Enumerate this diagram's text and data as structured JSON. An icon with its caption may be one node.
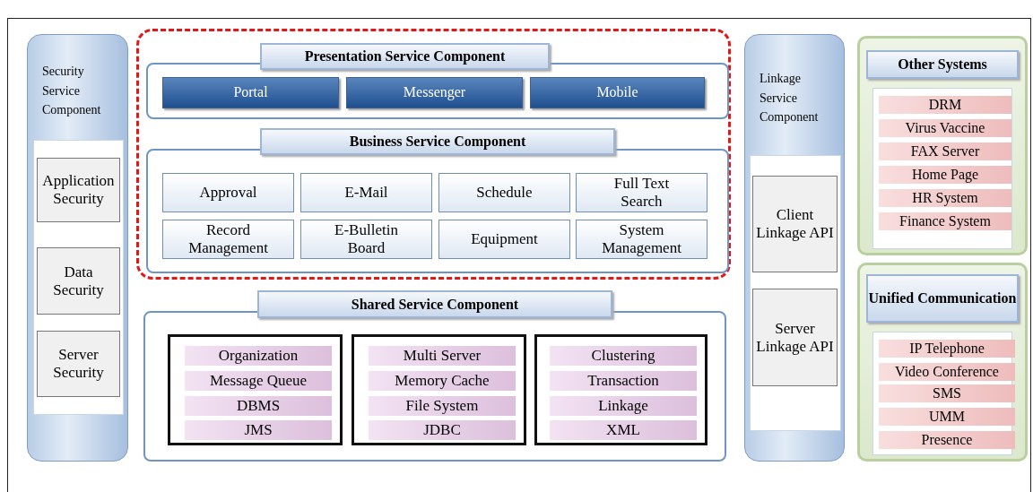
{
  "diagram": {
    "nodes": [
      {
        "text": [
          "Security Service Component"
        ]
      },
      {
        "text": [
          "Application Security"
        ],
        "in": 0
      },
      {
        "text": [
          "Data Security"
        ],
        "in": 0
      },
      {
        "text": [
          "Server Security"
        ],
        "in": 0
      },
      {
        "text": [],
        "shape": "box"
      },
      {
        "text": [
          "Presentation Service Component"
        ],
        "in": 4
      },
      {
        "text": [
          "Portal"
        ],
        "in": 5
      },
      {
        "text": [
          "Messenger"
        ],
        "in": 5
      },
      {
        "text": [
          "Mobile"
        ],
        "in": 5
      },
      {
        "text": [
          "Business Service Component"
        ],
        "in": 4
      },
      {
        "text": [
          "Approval"
        ],
        "in": 9
      },
      {
        "text": [
          "E-Mail"
        ],
        "in": 9
      },
      {
        "text": [
          "Schedule"
        ],
        "in": 9
      },
      {
        "text": [
          "Full Text Search"
        ],
        "in": 9
      },
      {
        "text": [
          "Record Management"
        ],
        "in": 9
      },
      {
        "text": [
          "E-Bulletin Board"
        ],
        "in": 9
      },
      {
        "text": [
          "Equipment"
        ],
        "in": 9
      },
      {
        "text": [
          "System Management"
        ],
        "in": 9
      },
      {
        "text": [
          "Shared Service Component"
        ]
      },
      {
        "text": [],
        "shape": "box",
        "in": 18
      },
      {
        "text": [
          "Organization"
        ],
        "in": 19
      },
      {
        "text": [
          "Message Queue"
        ],
        "in": 19
      },
      {
        "text": [
          "DBMS"
        ],
        "in": 19
      },
      {
        "text": [
          "JMS"
        ],
        "in": 19
      },
      {
        "text": [],
        "shape": "box",
        "in": 18
      },
      {
        "text": [
          "Multi Server"
        ],
        "in": 24
      },
      {
        "text": [
          "Memory Cache"
        ],
        "in": 24
      },
      {
        "text": [
          "File System"
        ],
        "in": 24
      },
      {
        "text": [
          "JDBC"
        ],
        "in": 24
      },
      {
        "text": [],
        "shape": "box",
        "in": 18
      },
      {
        "text": [
          "Clustering"
        ],
        "in": 29
      },
      {
        "text": [
          "Transaction"
        ],
        "in": 29
      },
      {
        "text": [
          "Linkage"
        ],
        "in": 29
      },
      {
        "text": [
          "XML"
        ],
        "in": 29
      },
      {
        "text": [
          "Linkage Service Component"
        ]
      },
      {
        "text": [
          "Client Linkage API"
        ],
        "in": 34
      },
      {
        "text": [
          "Server Linkage API"
        ],
        "in": 34
      },
      {
        "text": [
          "Other Systems"
        ]
      },
      {
        "text": [
          "DRM"
        ],
        "in": 37
      },
      {
        "text": [
          "Virus Vaccine"
        ],
        "in": 37
      },
      {
        "text": [
          "FAX Server"
        ],
        "in": 37
      },
      {
        "text": [
          "Home Page"
        ],
        "in": 37
      },
      {
        "text": [
          "HR System"
        ],
        "in": 37
      },
      {
        "text": [
          "Finance System"
        ],
        "in": 37
      },
      {
        "text": [
          "Unified Communication"
        ]
      },
      {
        "text": [
          "IP Telephone"
        ],
        "in": 44
      },
      {
        "text": [
          "Video Conference"
        ],
        "in": 44
      },
      {
        "text": [
          "SMS"
        ],
        "in": 44
      },
      {
        "text": [
          "UMM"
        ],
        "in": 44
      },
      {
        "text": [
          "Presence"
        ],
        "in": 44
      }
    ]
  }
}
